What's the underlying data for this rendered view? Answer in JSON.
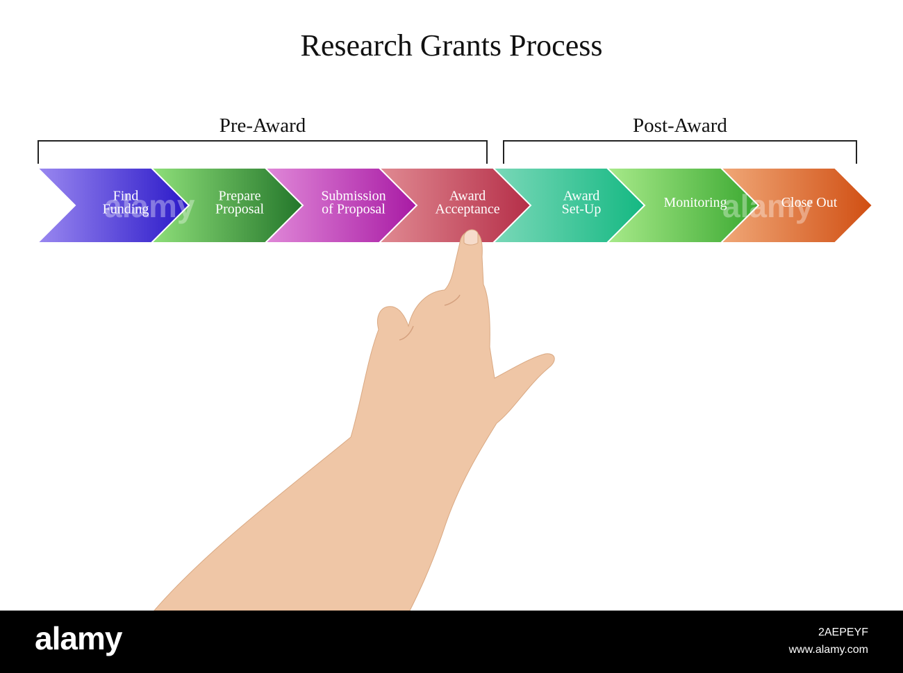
{
  "title": "Research Grants Process",
  "phases": [
    {
      "label": "Pre-Award"
    },
    {
      "label": "Post-Award"
    }
  ],
  "steps": [
    {
      "lines": [
        "Find",
        "Funding"
      ],
      "color_start": "#9a88f0",
      "color_end": "#2a18c8"
    },
    {
      "lines": [
        "Prepare",
        "Proposal"
      ],
      "color_start": "#8fe07a",
      "color_end": "#23762a"
    },
    {
      "lines": [
        "Submission",
        "of Proposal"
      ],
      "color_start": "#e088d8",
      "color_end": "#a81aa4"
    },
    {
      "lines": [
        "Award",
        "Acceptance"
      ],
      "color_start": "#e08a92",
      "color_end": "#b52e48"
    },
    {
      "lines": [
        "Award",
        "Set-Up"
      ],
      "color_start": "#7ad8b8",
      "color_end": "#14b882"
    },
    {
      "lines": [
        "Monitoring"
      ],
      "color_start": "#a8ea8a",
      "color_end": "#3aa830"
    },
    {
      "lines": [
        "Close Out"
      ],
      "color_start": "#f0a878",
      "color_end": "#d04e12"
    }
  ],
  "footer": {
    "logo": "alamy",
    "image_id": "2AEPEYF",
    "site": "www.alamy.com"
  }
}
